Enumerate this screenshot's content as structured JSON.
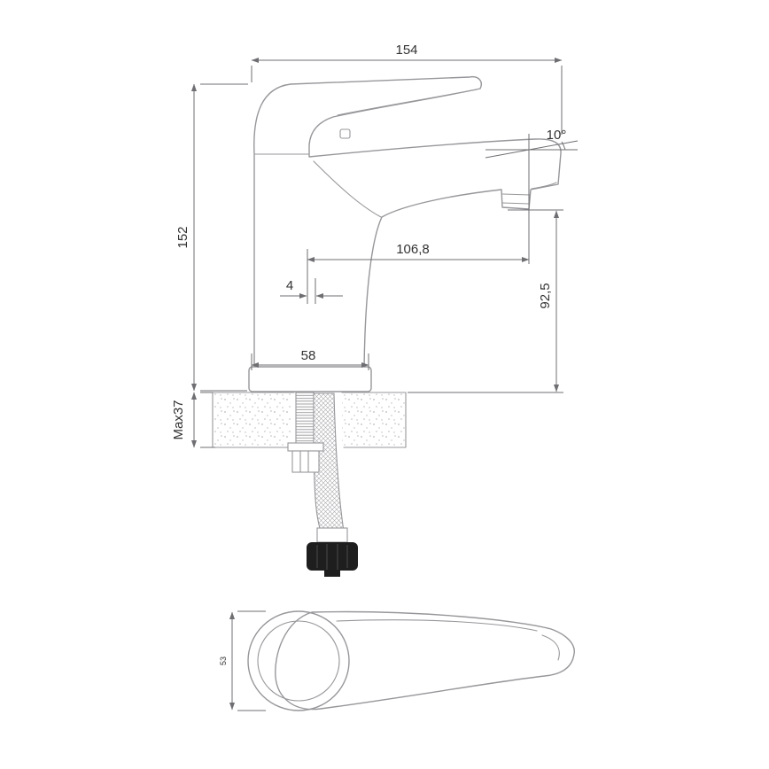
{
  "dimensions": {
    "overall_width": "154",
    "overall_height": "152",
    "spout_reach": "106,8",
    "center_offset": "4",
    "spout_height": "92,5",
    "body_width": "58",
    "max_mount_thickness": "Max37",
    "spout_angle": "10°",
    "lever_width": "53"
  },
  "colors": {
    "outline": "#97979b",
    "dimension": "#6f6f73",
    "text": "#333333",
    "dark": "#1e1e1e",
    "speckle": "#b9b9bd",
    "hatch": "#a9a9ad"
  }
}
